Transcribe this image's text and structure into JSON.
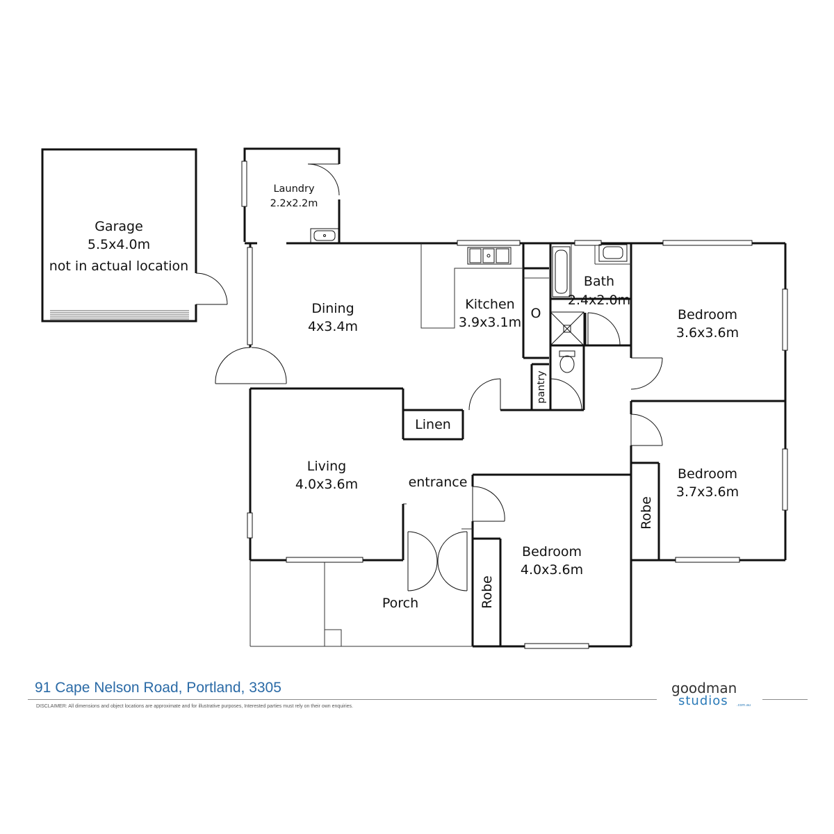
{
  "rooms": {
    "garage": {
      "name": "Garage",
      "size": "5.5x4.0m",
      "note": "not in actual location"
    },
    "laundry": {
      "name": "Laundry",
      "size": "2.2x2.2m"
    },
    "dining": {
      "name": "Dining",
      "size": "4x3.4m"
    },
    "kitchen": {
      "name": "Kitchen",
      "size": "3.9x3.1m"
    },
    "bath": {
      "name": "Bath",
      "size": "2.4x2.0m"
    },
    "bedroom1": {
      "name": "Bedroom",
      "size": "3.6x3.6m"
    },
    "bedroom2": {
      "name": "Bedroom",
      "size": "3.7x3.6m"
    },
    "bedroom3": {
      "name": "Bedroom",
      "size": "4.0x3.6m"
    },
    "living": {
      "name": "Living",
      "size": "4.0x3.6m"
    },
    "pantry": {
      "name": "pantry"
    },
    "linen": {
      "name": "Linen"
    },
    "entrance": {
      "name": "entrance"
    },
    "porch": {
      "name": "Porch"
    },
    "robe1": {
      "name": "Robe"
    },
    "robe2": {
      "name": "Robe"
    }
  },
  "fixtures": {
    "oven": "O"
  },
  "footer": {
    "address": "91 Cape Nelson Road,  Portland, 3305",
    "disclaimer": "DISCLAIMER: All dimensions and object locations are approximate and for illustrative purposes, Interested parties must rely on their own enquiries.",
    "brand_line1": "goodman",
    "brand_line2": "studios",
    "brand_tld": ".com.au"
  },
  "colors": {
    "wall": "#111111",
    "footer_text": "#2a6aa6",
    "brand_accent": "#2a7ab8"
  }
}
